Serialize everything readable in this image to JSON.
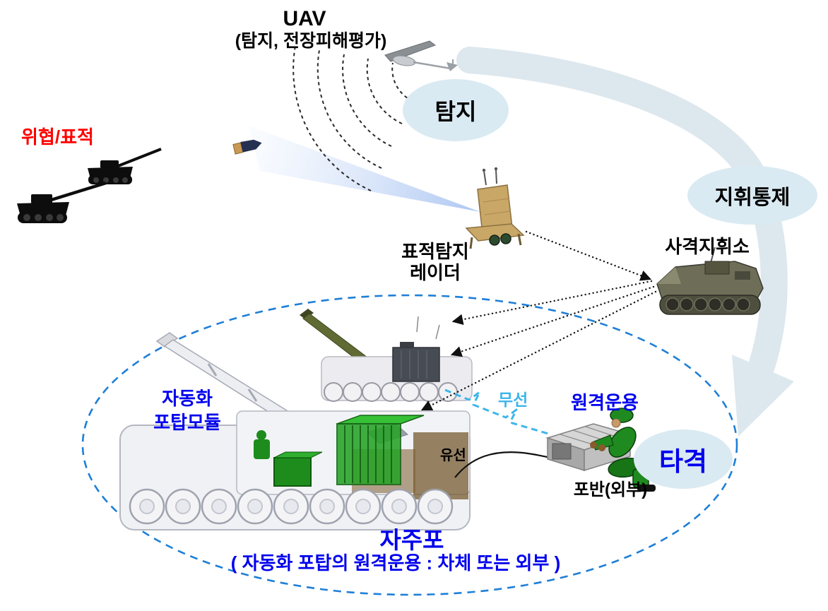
{
  "diagram": {
    "uav_title": "UAV",
    "uav_subtitle": "(탐지, 전장피해평가)",
    "threat_label": "위협/표적",
    "detect_bubble": "탐지",
    "command_bubble": "지휘통제",
    "radar_label_line1": "표적탐지",
    "radar_label_line2": "레이더",
    "fdc_label": "사격지휘소",
    "turret_label_line1": "자동화",
    "turret_label_line2": "포탑모듈",
    "wireless_label": "무선",
    "remote_label": "원격운용",
    "wired_label": "유선",
    "strike_bubble": "타격",
    "crew_label": "포반(외부)",
    "spg_title": "자주포",
    "spg_subtitle": "( 자동화 포탑의 원격운용 : 차체 또는 외부 )"
  },
  "colors": {
    "red": "#ff0000",
    "blue": "#0000ee",
    "cyan": "#3db6ea",
    "bubble_fill": "#daeaf2",
    "dash_blue": "#1e7fd6",
    "swoosh": "#dde8ee"
  }
}
